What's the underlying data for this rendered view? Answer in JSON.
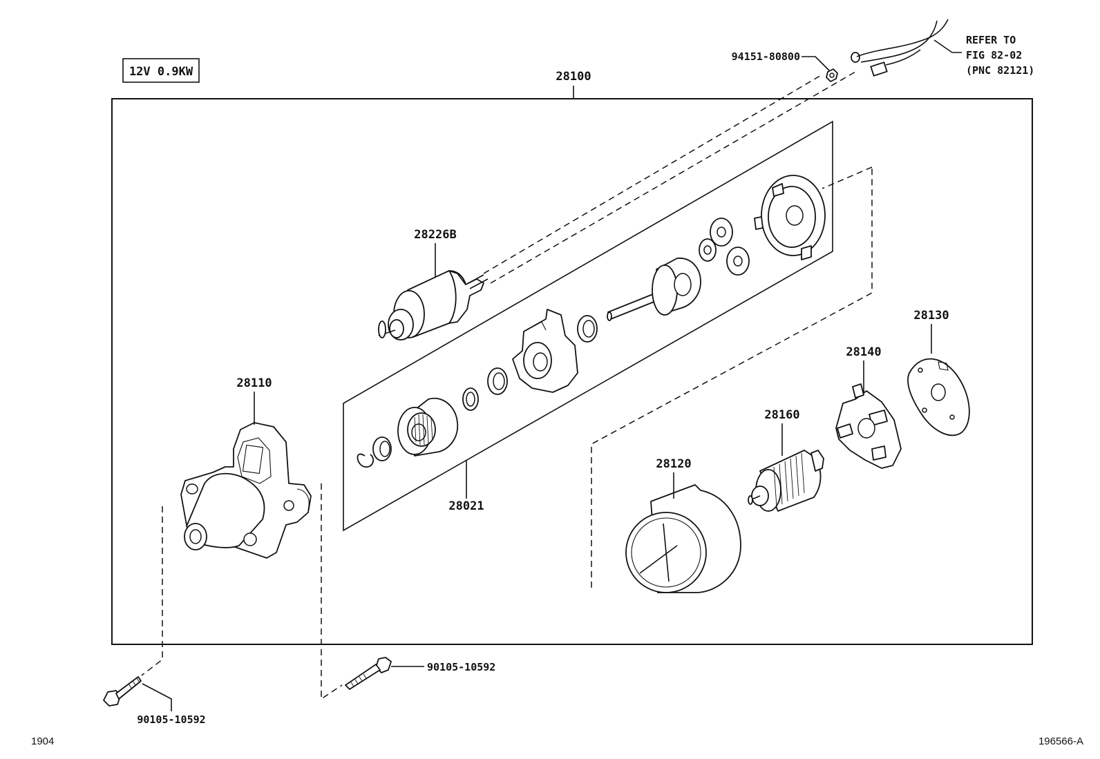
{
  "spec_box": "12V 0.9KW",
  "assembly_label": "28100",
  "labels": {
    "solenoid": "28226B",
    "housing": "28110",
    "gear_kit": "28021",
    "yoke": "28120",
    "armature": "28160",
    "brush_holder": "28140",
    "end_frame": "28130"
  },
  "nut": "94151-80800",
  "refer": [
    "REFER TO",
    "FIG 82-02",
    "(PNC 82121)"
  ],
  "bolt_left": "90105-10592",
  "bolt_mid": "90105-10592",
  "footer_left": "1904",
  "footer_right": "196566-A"
}
